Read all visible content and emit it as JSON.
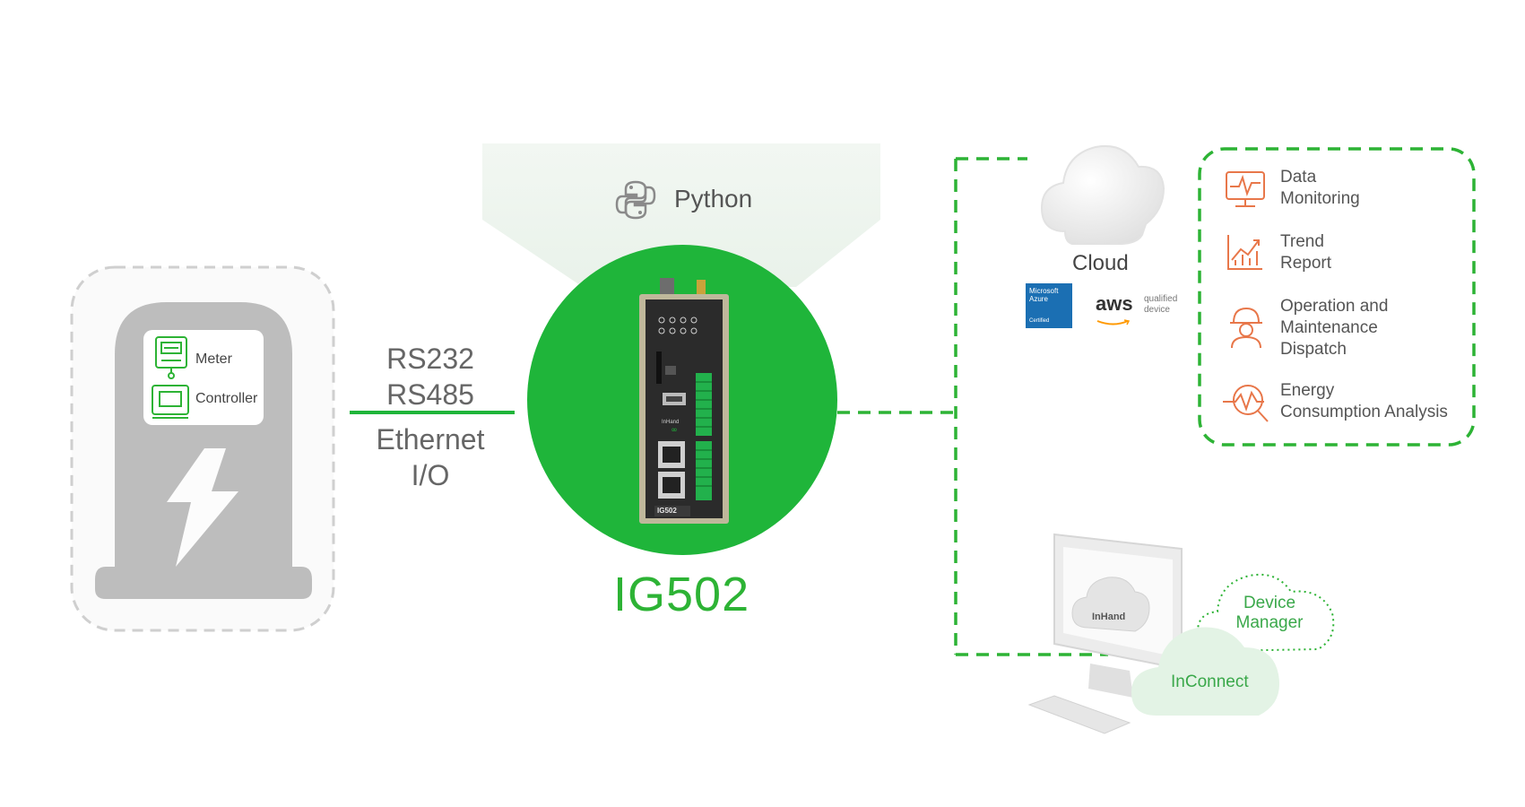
{
  "python": {
    "label": "Python",
    "icon": "python-logo-icon"
  },
  "field_devices": {
    "meter_label": "Meter",
    "controller_label": "Controller",
    "charger_icon": "lightning-bolt-icon"
  },
  "interfaces": {
    "line1": "RS232",
    "line2": "RS485",
    "line3": "Ethernet",
    "line4": "I/O"
  },
  "device": {
    "name": "IG502",
    "panel_label": "IG502",
    "brand": "InHand"
  },
  "cloud": {
    "label": "Cloud",
    "azure_line1": "Microsoft",
    "azure_line2": "Azure",
    "azure_line3": "Certified",
    "aws_text": "aws",
    "aws_qualified_line1": "qualified",
    "aws_qualified_line2": "device"
  },
  "features": [
    {
      "line1": "Data",
      "line2": "Monitoring",
      "line3": "",
      "icon": "monitor-waveform-icon"
    },
    {
      "line1": "Trend",
      "line2": "Report",
      "line3": "",
      "icon": "trend-chart-icon"
    },
    {
      "line1": "Operation and",
      "line2": "Maintenance",
      "line3": "Dispatch",
      "icon": "engineer-icon"
    },
    {
      "line1": "Energy",
      "line2": "Consumption Analysis",
      "line3": "",
      "icon": "energy-analysis-icon"
    }
  ],
  "platforms": {
    "device_manager_line1": "Device",
    "device_manager_line2": "Manager",
    "inconnect": "InConnect",
    "monitor_brand": "InHand"
  },
  "colors": {
    "green": "#1fb53a",
    "dashed_green": "#2db335",
    "orange_icon": "#e8774a",
    "gray_charger": "#bdbdbd"
  }
}
